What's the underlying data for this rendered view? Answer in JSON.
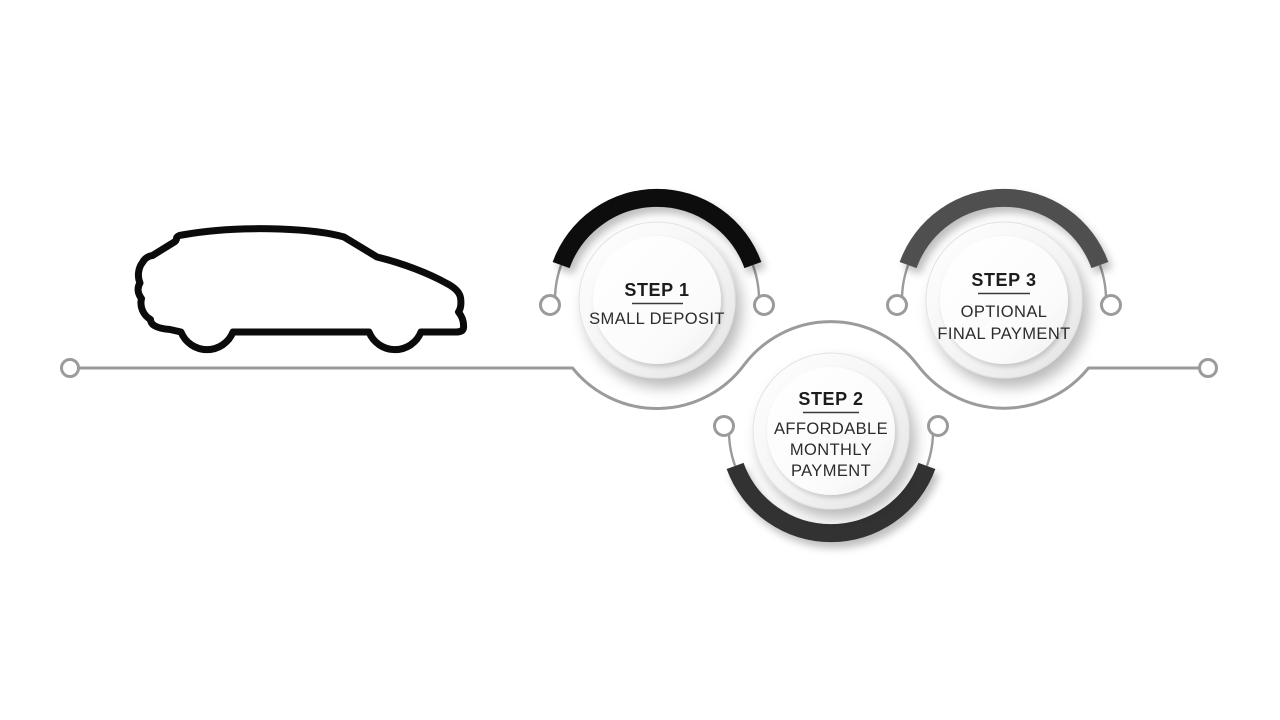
{
  "figure": {
    "type": "process-infographic",
    "background": "#ffffff",
    "text_color": "#2c2c2c"
  },
  "car": {
    "icon": "car-side-outline-icon",
    "color": "#0b0b0b"
  },
  "connector": {
    "color": "#9b9b9b",
    "endpoint_icon": "circle-node-icon"
  },
  "steps": [
    {
      "title": "STEP 1",
      "lines": [
        "SMALL DEPOSIT"
      ],
      "arc_color": "#0b0b0b",
      "arc_position": "top"
    },
    {
      "title": "STEP 2",
      "lines": [
        "AFFORDABLE",
        "MONTHLY",
        "PAYMENT"
      ],
      "arc_color": "#333333",
      "arc_position": "bottom"
    },
    {
      "title": "STEP 3",
      "lines": [
        "OPTIONAL",
        "FINAL PAYMENT"
      ],
      "arc_color": "#4f4f4f",
      "arc_position": "top"
    }
  ]
}
